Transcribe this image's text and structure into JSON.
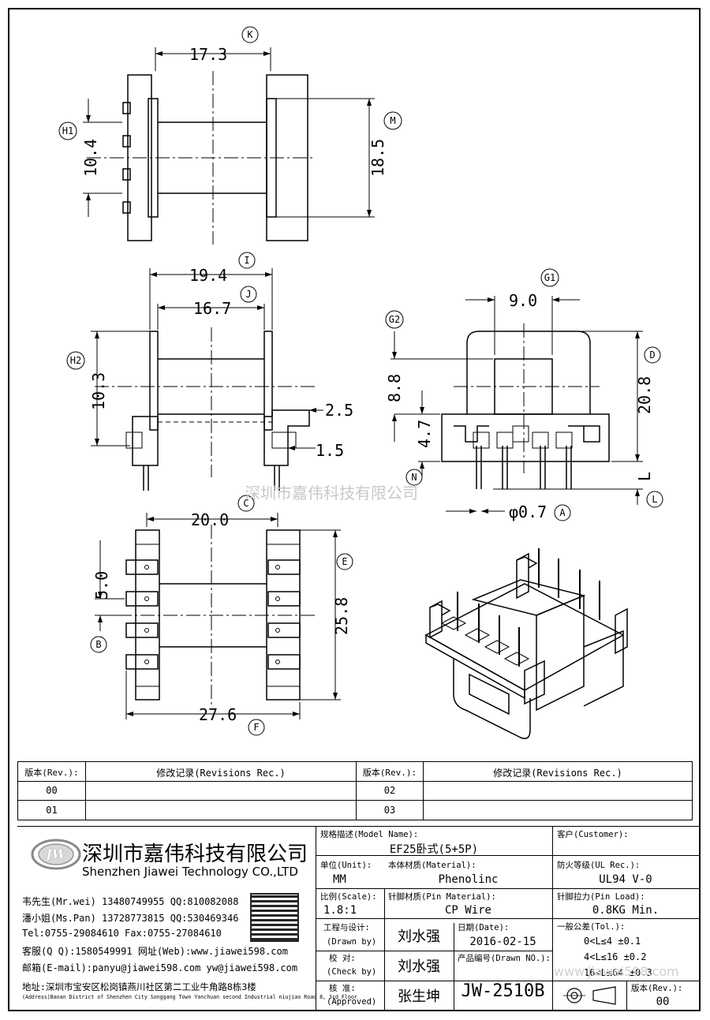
{
  "watermark": "深圳市嘉伟科技有限公司",
  "watermark_url": "www.jiawei598.com",
  "dimensions": {
    "top": {
      "width": "17.3",
      "pin_span": "10.4",
      "height": "18.5"
    },
    "middle": {
      "outer": "19.4",
      "inner": "16.7",
      "pin_span": "10.3",
      "step": "2.5",
      "pin_offset": "1.5"
    },
    "side": {
      "width": "9.0",
      "body": "8.8",
      "flange": "4.7",
      "height": "20.8",
      "pin_len": "L",
      "pin_dia": "φ0.7"
    },
    "bottom": {
      "width": "20.0",
      "pitch": "5.0",
      "length": "25.8",
      "total": "27.6"
    }
  },
  "callouts": [
    "K",
    "H1",
    "M",
    "I",
    "J",
    "H2",
    "G1",
    "G2",
    "D",
    "N",
    "L",
    "A",
    "C",
    "E",
    "B",
    "F"
  ],
  "revisions": {
    "header_rev": "版本(Rev.):",
    "header_rec": "修改记录(Revisions Rec.)",
    "rows": [
      {
        "left": "00",
        "right": "02"
      },
      {
        "left": "01",
        "right": "03"
      }
    ]
  },
  "company": {
    "name_cn": "深圳市嘉伟科技有限公司",
    "name_en": "Shenzhen Jiawei Technology CO.,LTD",
    "logo": "JW",
    "contacts": [
      "韦先生(Mr.wei) 13480749955 QQ:810082088",
      "潘小姐(Ms.Pan) 13728773815 QQ:530469346",
      "Tel:0755-29084610     Fax:0755-27084610",
      "客服(Q Q):1580549991   网址(Web):www.jiawei598.com",
      "邮箱(E-mail):panyu@jiawei598.com  yw@jiawei598.com"
    ],
    "address_cn": "地址:深圳市宝安区松岗镇燕川社区第二工业牛角路8栋3楼",
    "address_en": "(Address)Baoan District of Shenzhen City Songgang Town Yanchuan  second Industrial niujiao Road 8, 3rd Floor"
  },
  "title_block": {
    "model_label": "规格描述(Model Name):",
    "model_value": "EF25卧式(5+5P)",
    "customer_label": "客户(Customer):",
    "customer_value": "",
    "unit_label": "单位(Unit):",
    "unit_value": "MM",
    "material_label": "本体材质(Material):",
    "material_value": "Phenolinc",
    "ul_label": "防火等级(UL Rec.):",
    "ul_value": "UL94 V-0",
    "scale_label": "比例(Scale):",
    "scale_value": "1.8:1",
    "pin_mat_label": "针脚材质(Pin Material):",
    "pin_mat_value": "CP Wire",
    "pin_load_label": "针脚拉力(Pin Load):",
    "pin_load_value": "0.8KG Min.",
    "drawn_label1": "工程与设计:",
    "drawn_label2": "(Drawn by)",
    "drawn_value": "刘水强",
    "date_label": "日期(Date):",
    "date_value": "2016-02-15",
    "check_label1": "校  对:",
    "check_label2": "(Check by)",
    "check_value": "刘水强",
    "drawing_no_label": "产品编号(Drawn NO.):",
    "drawing_no_value": "JW-2510B",
    "approve_label1": "核  准:",
    "approve_label2": "(Approved)",
    "approve_value": "张生坤",
    "tol_label": "一般公差(Tol.):",
    "tol_rows": [
      "0<L≤4    ±0.1",
      "4<L≤16   ±0.2",
      "16<L≤64  ±0.3"
    ],
    "version_label": "版本(Rev.):",
    "version_value": "00"
  }
}
